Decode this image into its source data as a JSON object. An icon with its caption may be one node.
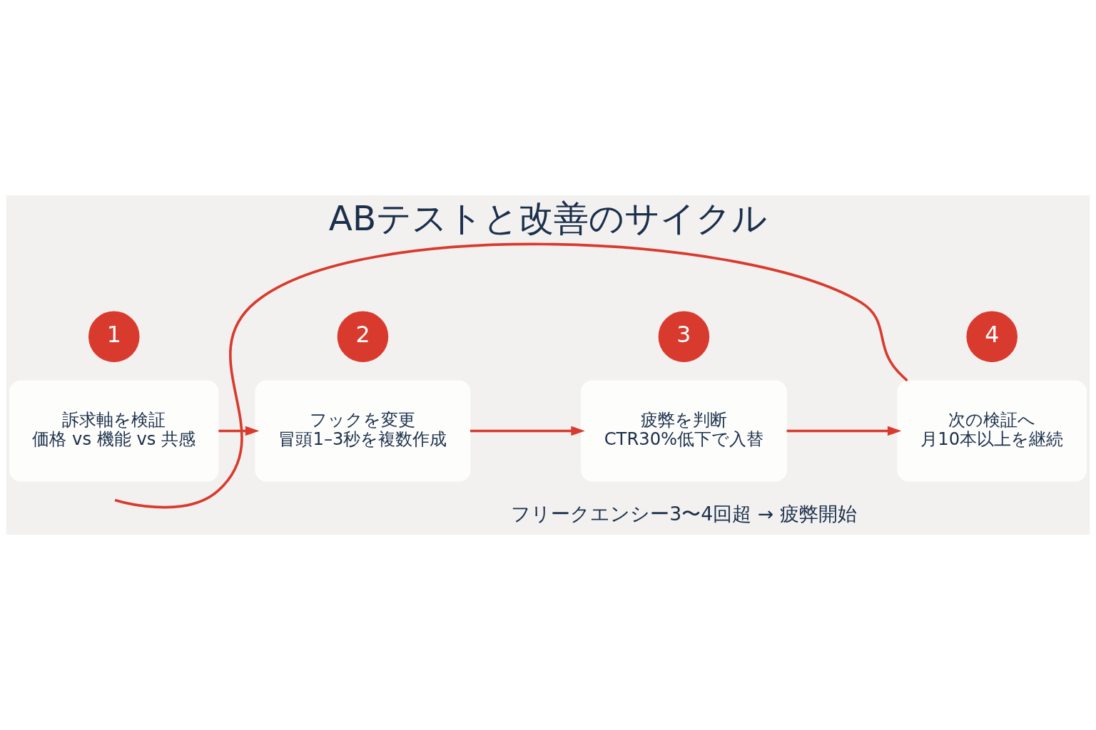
{
  "diagram": {
    "title": "ABテストと改善のサイクル",
    "nodes": [
      {
        "text": [
          "1"
        ]
      },
      {
        "text": [
          "訴求軸を検証",
          "価格 vs 機能 vs 共感"
        ]
      },
      {
        "text": [
          "2"
        ]
      },
      {
        "text": [
          "フックを変更",
          "冒頭1–3秒を複数作成"
        ]
      },
      {
        "text": [
          "3"
        ]
      },
      {
        "text": [
          "疲弊を判断",
          "CTR30%低下で入替"
        ]
      },
      {
        "text": [
          "4"
        ]
      },
      {
        "text": [
          "次の検証へ",
          "月10本以上を継続"
        ]
      }
    ],
    "edges": [
      {
        "from": 1,
        "to": 3,
        "arrow": "to"
      },
      {
        "from": 3,
        "to": 5,
        "arrow": "to"
      },
      {
        "from": 5,
        "to": 7,
        "arrow": "to"
      },
      {
        "from": 7,
        "to": null,
        "arrow": "none"
      }
    ],
    "labels": [
      "フリークエンシー3〜4回超 → 疲弊開始"
    ]
  }
}
